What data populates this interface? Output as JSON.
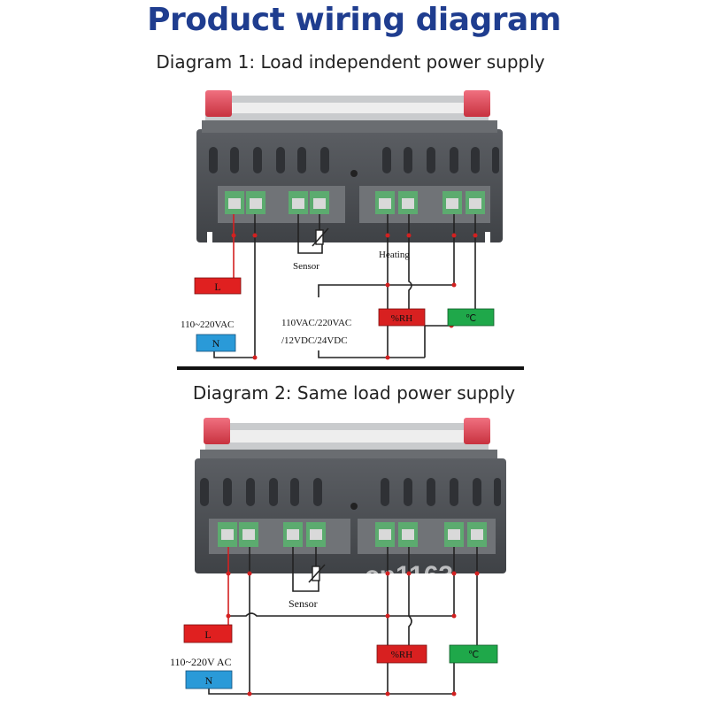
{
  "title": "Product wiring diagram",
  "diagram1": {
    "heading": "Diagram 1: Load independent power supply",
    "sensor": "Sensor",
    "heating": "Heating",
    "line": "L",
    "neutral": "N",
    "supply": "110~220VAC",
    "load_supply_1": "110VAC/220VAC",
    "load_supply_2": "/12VDC/24VDC",
    "humidity": "%RH",
    "temperature": "℃"
  },
  "diagram2": {
    "heading": "Diagram 2: Same load power supply",
    "sensor": "Sensor",
    "line": "L",
    "neutral": "N",
    "supply": "110~220V AC",
    "humidity": "%RH",
    "temperature": "℃"
  },
  "watermark": "cn1163",
  "colors": {
    "title": "#1f3d8f",
    "line_box": "#e02020",
    "neutral_box": "#2a9ad8",
    "humidity_box": "#d82020",
    "temperature_box": "#1fa84a",
    "housing": "#4a4d52",
    "terminal": "#5cab6f",
    "wire_live": "#d32020",
    "wire": "#222222",
    "red_cap": "#e24a5a"
  }
}
